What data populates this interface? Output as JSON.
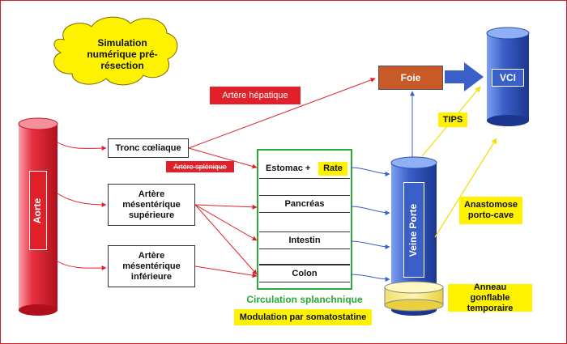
{
  "cloud_title": "Simulation numérique pré-résection",
  "aorte": "Aorte",
  "veine_porte": "Veine Porte",
  "vci": "VCI",
  "foie": "Foie",
  "tips": "TIPS",
  "artere_hepatique": "Artère hépatique",
  "artere_splenique": "Artère splénique",
  "tronc": "Tronc cœliaque",
  "ams": "Artère mésentérique supérieure",
  "ami": "Artère mésentérique inférieure",
  "organs": {
    "estomac": "Estomac +",
    "rate": "Rate",
    "pancreas": "Pancréas",
    "intestin": "Intestin",
    "colon": "Colon"
  },
  "circulation": "Circulation splanchnique",
  "modulation": "Modulation par somatostatine",
  "anastomose": "Anastomose porto-cave",
  "anneau": "Anneau gonflable temporaire",
  "colors": {
    "red": "#e2202a",
    "blue": "#3a5fc8",
    "yellow": "#fff200",
    "green": "#2aa83a",
    "brown": "#c85a28"
  }
}
